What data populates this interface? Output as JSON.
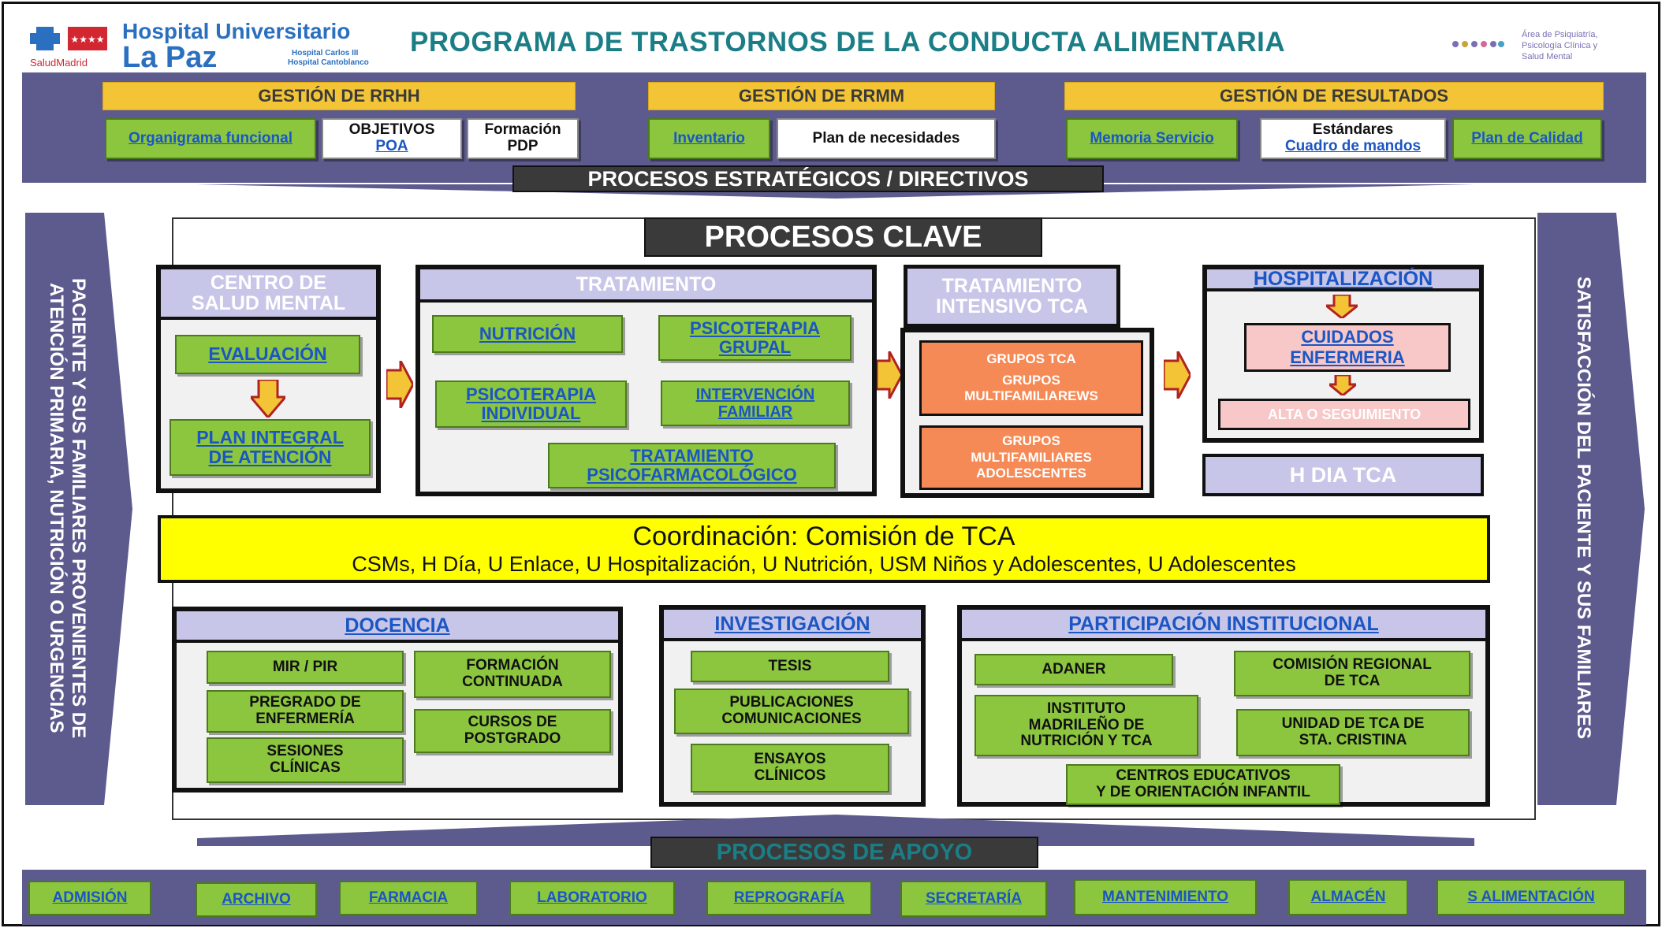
{
  "header": {
    "hospital_line1": "Hospital Universitario",
    "hospital_line2": "La Paz",
    "salud_madrid": "SaludMadrid",
    "hospital_sub1": "Hospital Carlos III",
    "hospital_sub2": "Hospital Cantoblanco",
    "title": "PROGRAMA DE TRASTORNOS DE LA CONDUCTA ALIMENTARIA",
    "area_line1": "Área de Psiquiatría,",
    "area_line2": "Psicología Clínica y",
    "area_line3": "Salud Mental"
  },
  "strategic": {
    "rrhh": {
      "title": "GESTIÓN DE RRHH",
      "items": [
        "Organigrama funcional",
        "OBJETIVOS",
        "POA",
        "Formación",
        "PDP"
      ]
    },
    "rrmm": {
      "title": "GESTIÓN DE RRMM",
      "items": [
        "Inventario",
        "Plan de necesidades"
      ]
    },
    "resultados": {
      "title": "GESTIÓN DE RESULTADOS",
      "items": [
        "Memoria Servicio",
        "Estándares",
        "Cuadro de mandos",
        "Plan de Calidad"
      ]
    },
    "label": "PROCESOS ESTRATÉGICOS / DIRECTIVOS"
  },
  "side": {
    "left": "PACIENTE Y SUS FAMILIARES PROVENIENTES DE ATENCIÓN PRIMARIA, NUTRICIÓN O URGENCIAS",
    "right": "SATISFACCIÓN DEL PACIENTE Y SUS FAMILIARES"
  },
  "key": {
    "label": "PROCESOS CLAVE",
    "csm": {
      "title1": "CENTRO DE",
      "title2": "SALUD MENTAL",
      "eval": "EVALUACIÓN",
      "plan1": "PLAN INTEGRAL",
      "plan2": "DE ATENCIÓN"
    },
    "tratamiento": {
      "title": "TRATAMIENTO",
      "nutricion": "NUTRICIÓN",
      "psico_grupal1": "PSICOTERAPIA",
      "psico_grupal2": "GRUPAL",
      "psico_ind1": "PSICOTERAPIA",
      "psico_ind2": "INDIVIDUAL",
      "interv1": "INTERVENCIÓN",
      "interv2": "FAMILIAR",
      "psicofarm1": "TRATAMIENTO",
      "psicofarm2": "PSICOFARMACOLÓGICO"
    },
    "intensivo": {
      "title1": "TRATAMIENTO",
      "title2": "INTENSIVO TCA",
      "g1a": "GRUPOS TCA",
      "g1b": "GRUPOS",
      "g1c": "MULTIFAMILIAREWS",
      "g2a": "GRUPOS",
      "g2b": "MULTIFAMILIARES",
      "g2c": "ADOLESCENTES"
    },
    "hosp": {
      "title": "HOSPITALIZACIÓN",
      "cuid1": "CUIDADOS",
      "cuid2": "ENFERMERIA",
      "alta": "ALTA O SEGUIMIENTO",
      "hdia": "H DIA TCA"
    }
  },
  "coord": {
    "title": "Coordinación: Comisión de TCA",
    "sub": "CSMs, H Día, U Enlace, U Hospitalización, U Nutrición, USM Niños y Adolescentes, U Adolescentes"
  },
  "lower": {
    "docencia": {
      "title": "DOCENCIA",
      "mir": "MIR / PIR",
      "formacion1": "FORMACIÓN",
      "formacion2": "CONTINUADA",
      "pregrado1": "PREGRADO DE",
      "pregrado2": "ENFERMERÍA",
      "cursos1": "CURSOS DE",
      "cursos2": "POSTGRADO",
      "sesiones1": "SESIONES",
      "sesiones2": "CLÍNICAS"
    },
    "investigacion": {
      "title": "INVESTIGACIÓN",
      "tesis": "TESIS",
      "pub1": "PUBLICACIONES",
      "pub2": "COMUNICACIONES",
      "ens1": "ENSAYOS",
      "ens2": "CLÍNICOS"
    },
    "participacion": {
      "title": "PARTICIPACIÓN INSTITUCIONAL",
      "adaner": "ADANER",
      "comision1": "COMISIÓN REGIONAL",
      "comision2": "DE TCA",
      "inst1": "INSTITUTO",
      "inst2": "MADRILEÑO DE",
      "inst3": "NUTRICIÓN Y TCA",
      "unidad1": "UNIDAD DE TCA DE",
      "unidad2": "STA. CRISTINA",
      "centros1": "CENTROS EDUCATIVOS",
      "centros2": "Y DE ORIENTACIÓN INFANTIL"
    }
  },
  "support": {
    "label": "PROCESOS DE APOYO",
    "items": [
      "ADMISIÓN",
      "ARCHIVO",
      "FARMACIA",
      "LABORATORIO",
      "REPROGRAFÍA",
      "SECRETARÍA",
      "MANTENIMIENTO",
      "ALMACÉN",
      "S ALIMENTACIÓN"
    ]
  },
  "colors": {
    "band": "#5d5b8e",
    "gold": "#f3c436",
    "green": "#8cc63f",
    "orange": "#f58a56",
    "yellow": "#ffff00",
    "link": "#1a56c4"
  }
}
